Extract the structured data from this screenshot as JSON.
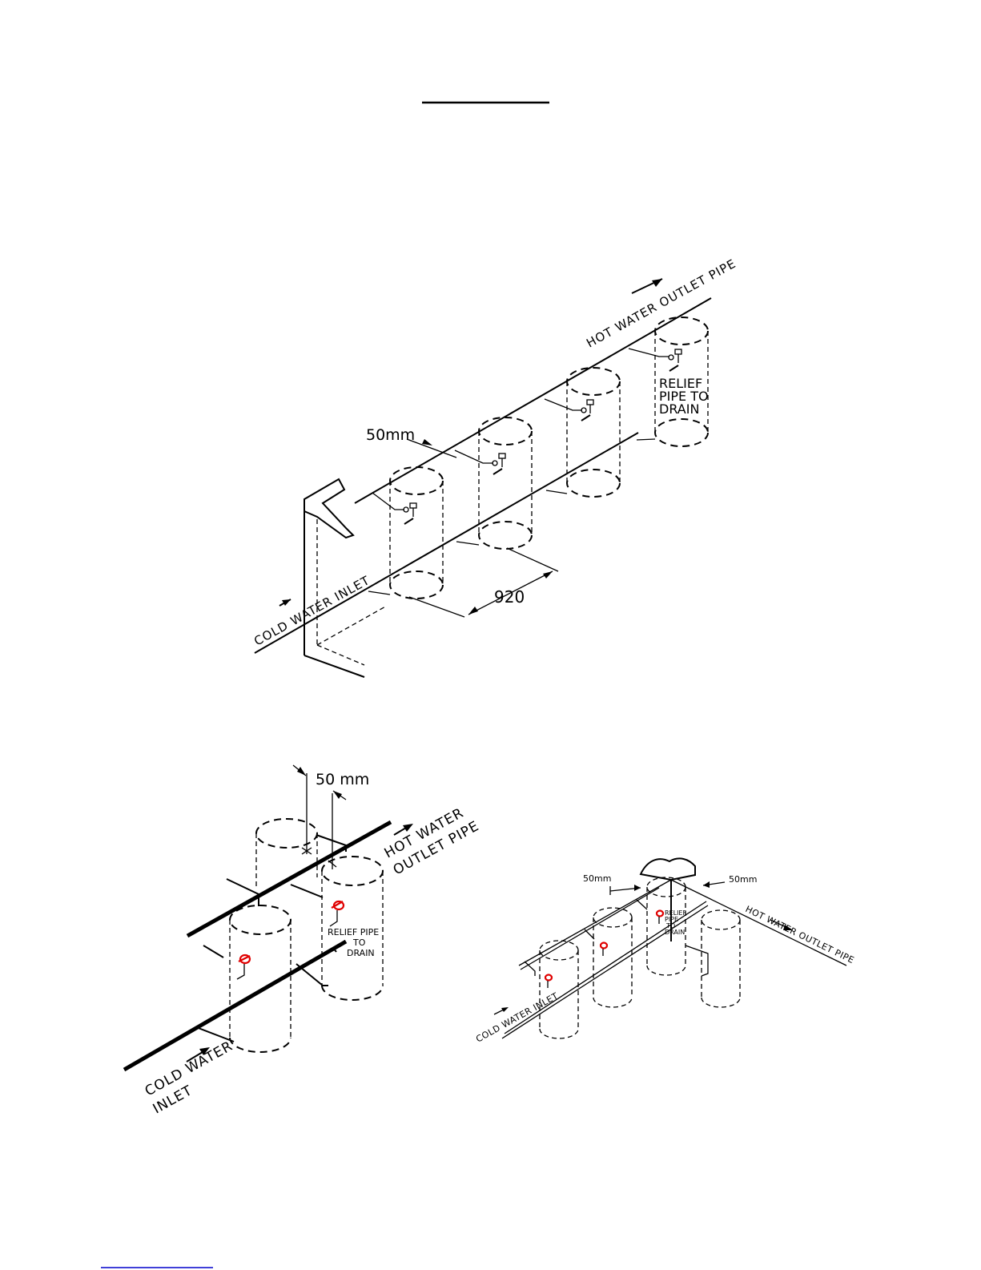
{
  "title_underline": "",
  "top_diagram": {
    "hot_outlet_label": "HOT WATER OUTLET PIPE",
    "cold_inlet_label": "COLD WATER INLET",
    "relief_line1": "RELIEF",
    "relief_line2": "PIPE TO",
    "relief_line3": "DRAIN",
    "dim_offset": "50mm",
    "dim_spacing": "920"
  },
  "left_diagram": {
    "dim_offset": "50 mm",
    "hot_line1": "HOT WATER",
    "hot_line2": "OUTLET PIPE",
    "cold_line1": "COLD WATER",
    "cold_line2": "INLET",
    "relief_line1": "RELIEF PIPE",
    "relief_line2": "TO",
    "relief_line3": "DRAIN"
  },
  "right_diagram": {
    "dim_left": "50mm",
    "dim_right": "50mm",
    "hot_outlet_label": "HOT WATER OUTLET PIPE",
    "cold_inlet_label": "COLD WATER INLET",
    "relief_line1": "RELIEF",
    "relief_line2": "PIPE",
    "relief_line3": "TO",
    "relief_line4": "DRAIN"
  },
  "colors": {
    "ink": "#000000",
    "valve": "#e00000",
    "footer_rule": "#0000cc"
  }
}
